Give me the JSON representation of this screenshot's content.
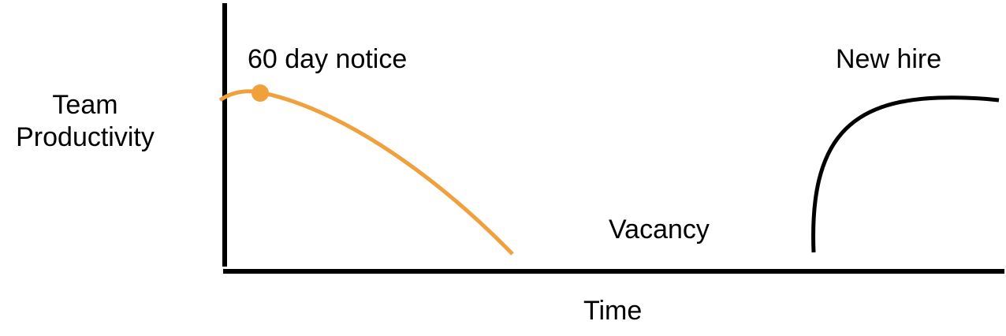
{
  "axes": {
    "y_label_line1": "Team",
    "y_label_line2": "Productivity",
    "x_label": "Time"
  },
  "annotations": {
    "notice": "60 day notice",
    "vacancy": "Vacancy",
    "new_hire": "New hire"
  },
  "colors": {
    "departing_curve": "#F0A03C",
    "new_hire_curve": "#000000",
    "axes": "#000000"
  }
}
